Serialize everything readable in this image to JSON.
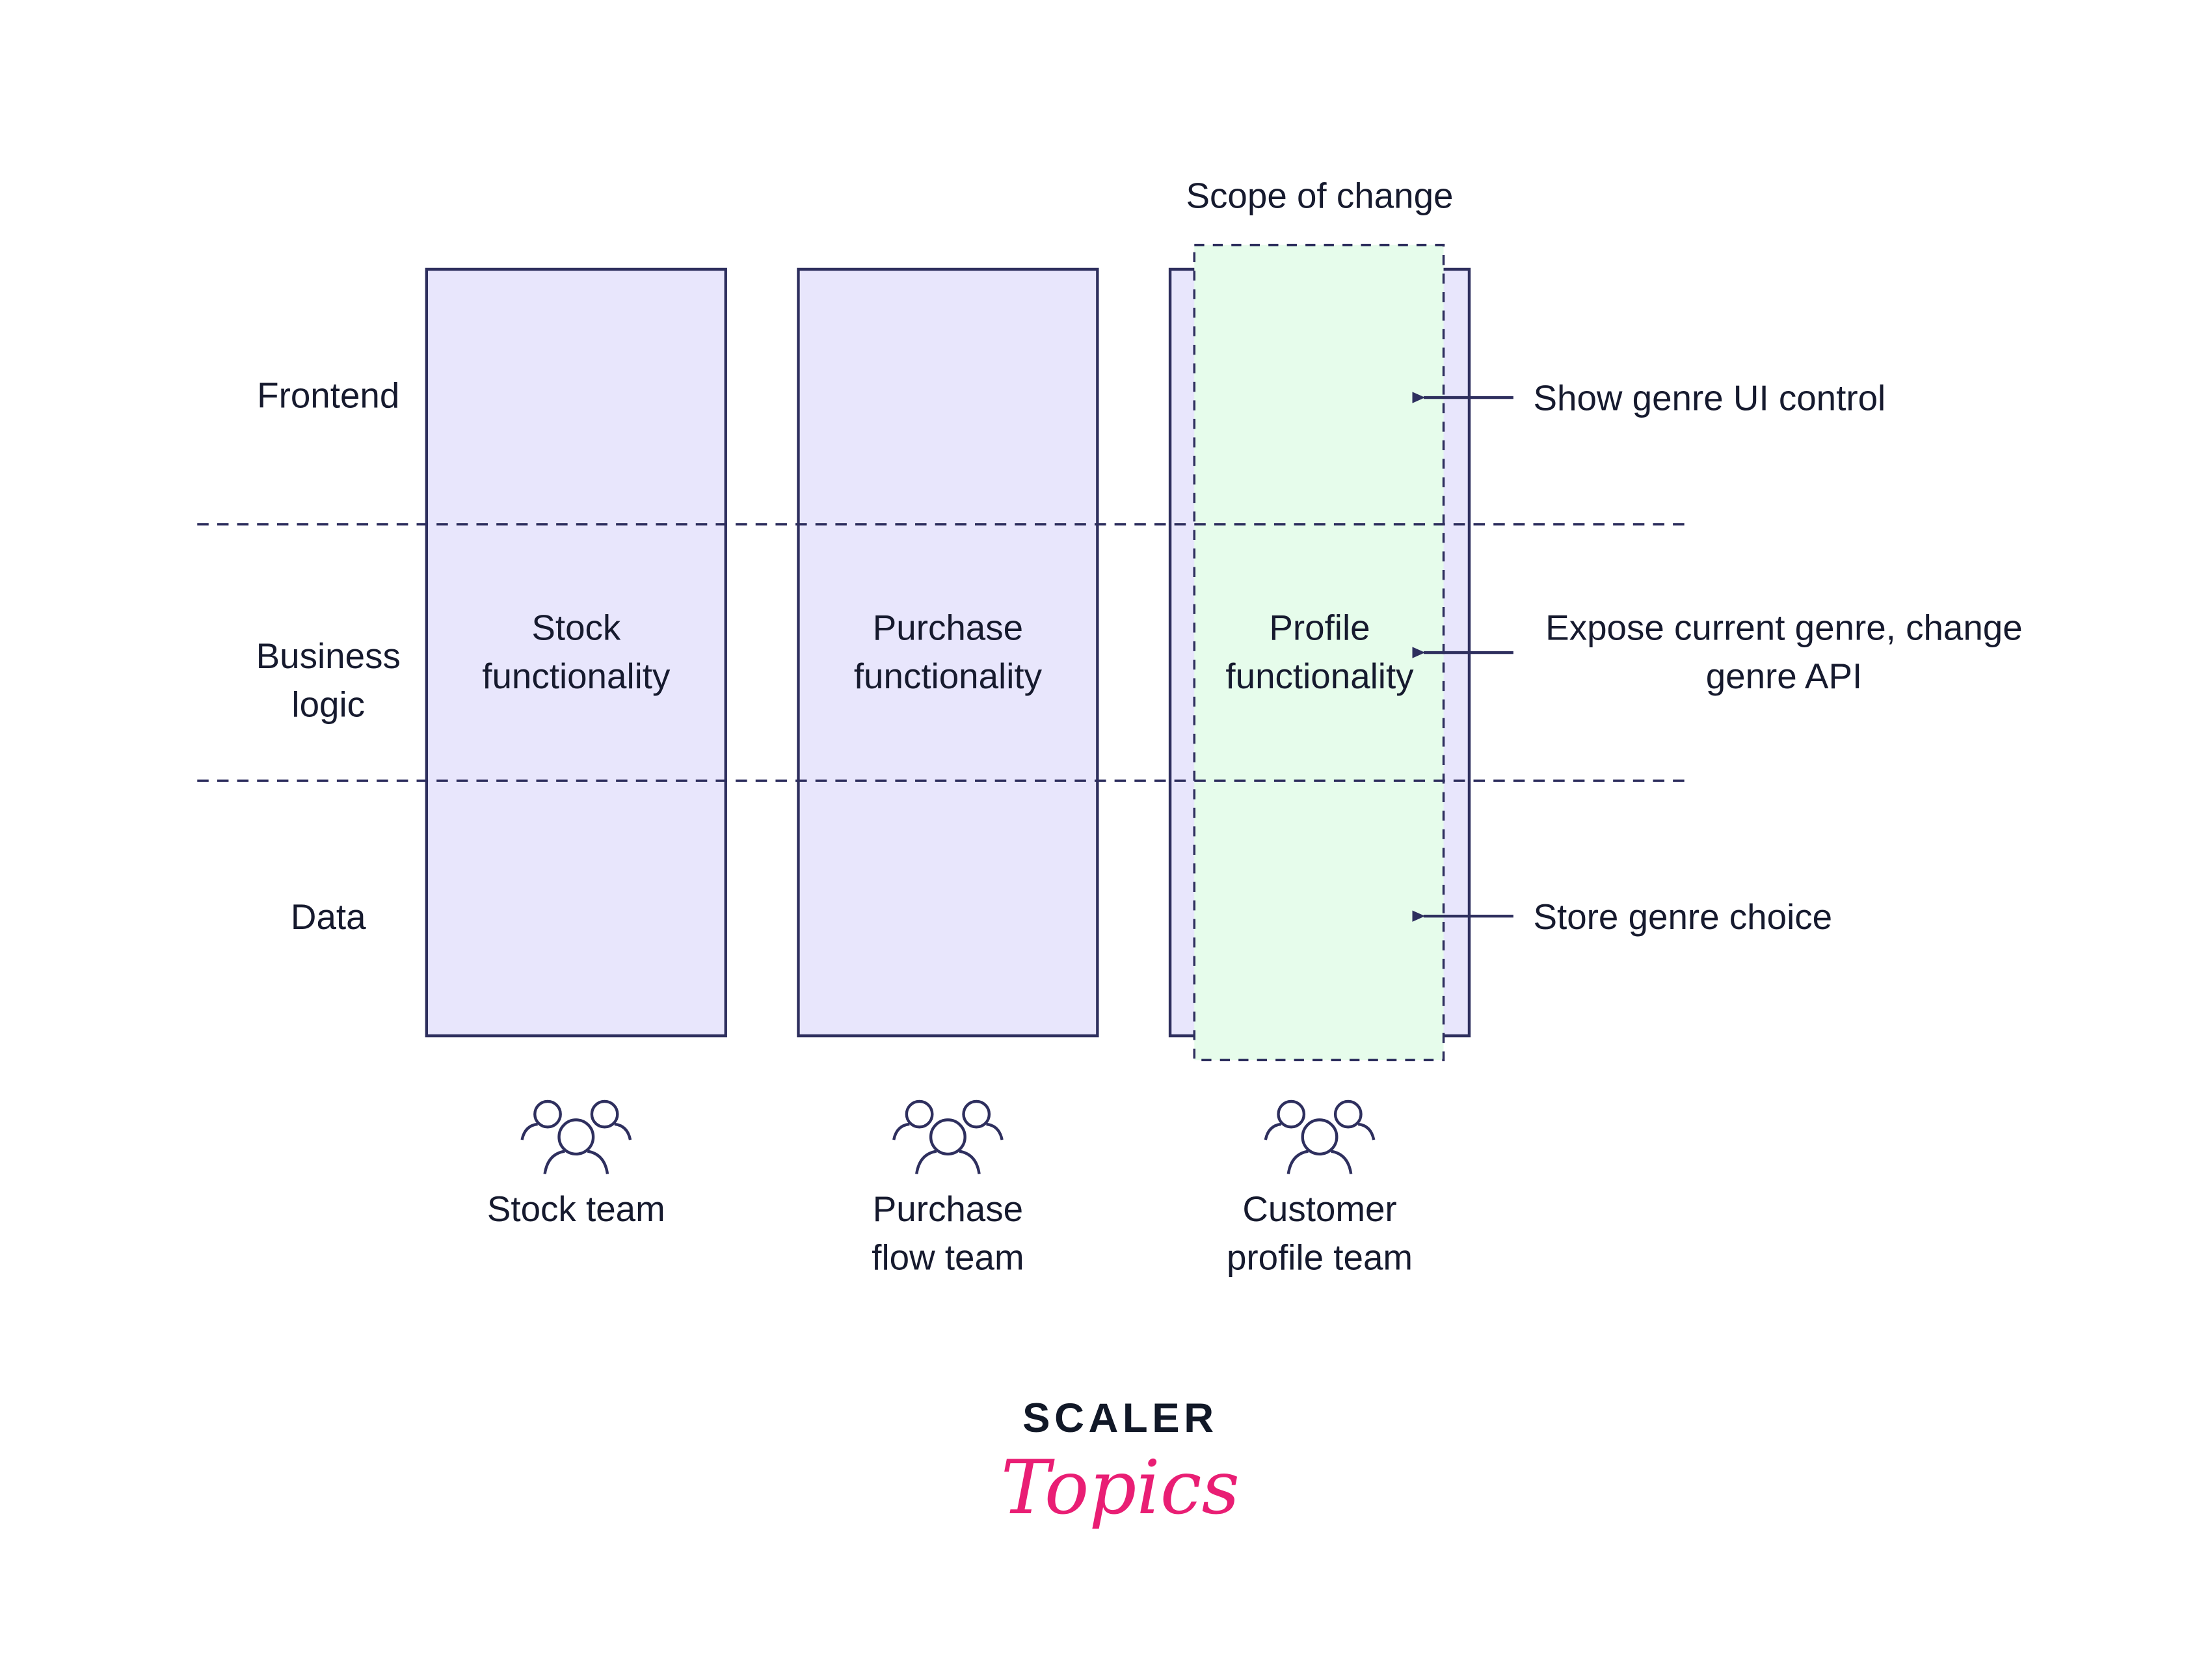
{
  "colors": {
    "box_fill": "#e8e6fc",
    "box_stroke": "#2e2f5e",
    "scope_fill": "#e6fceb",
    "text": "#161a2e",
    "brand_pink": "#e91e74"
  },
  "scope_label": "Scope of change",
  "layers": {
    "frontend": "Frontend",
    "business": [
      "Business",
      "logic"
    ],
    "data": "Data"
  },
  "columns": [
    {
      "title": [
        "Stock",
        "functionality"
      ],
      "team": [
        "Stock team"
      ],
      "icon": "team-icon"
    },
    {
      "title": [
        "Purchase",
        "functionality"
      ],
      "team": [
        "Purchase",
        "flow team"
      ],
      "icon": "team-icon"
    },
    {
      "title": [
        "Profile",
        "functionality"
      ],
      "team": [
        "Customer",
        "profile team"
      ],
      "icon": "team-icon"
    }
  ],
  "annotations": {
    "frontend": [
      "Show genre UI control"
    ],
    "business": [
      "Expose current genre, change",
      "genre API"
    ],
    "data": [
      "Store genre choice"
    ]
  },
  "logo": {
    "top": "SCALER",
    "bottom": "Topics"
  }
}
